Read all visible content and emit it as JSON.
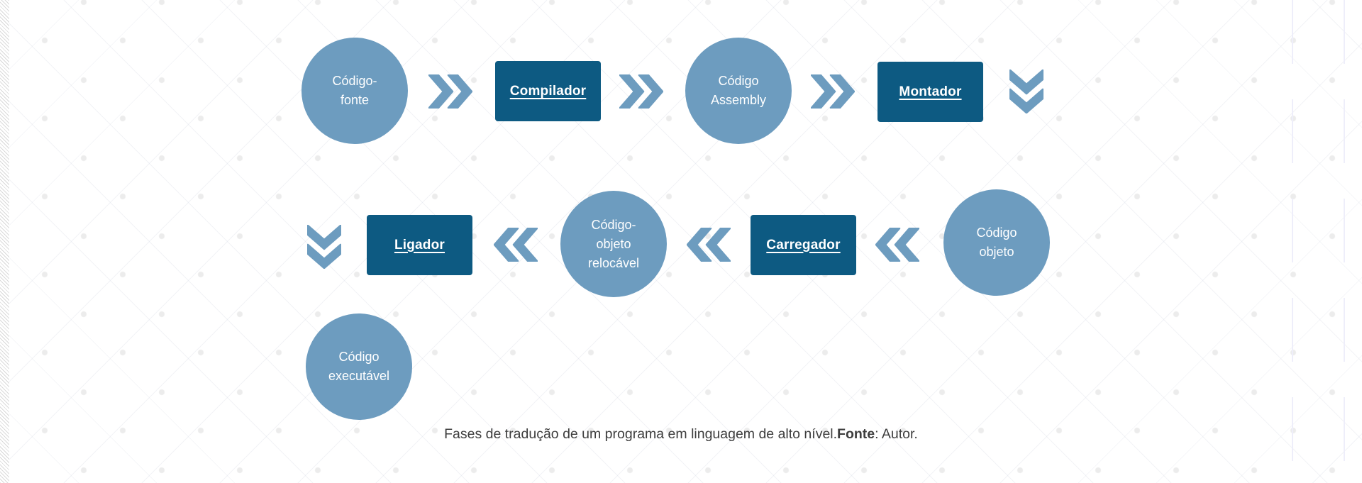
{
  "colors": {
    "circle_fill": "#6d9cbf",
    "box_fill": "#0d5a82",
    "chevron": "#6d9cbf",
    "node_text": "#ffffff",
    "caption_text": "#3d3d3d",
    "edge_stripe": "#d9d9d9",
    "background": "#ffffff"
  },
  "diagram": {
    "title_implicit": "Fases de tradução",
    "nodes": [
      {
        "id": "codigo-fonte",
        "shape": "circle",
        "lines": [
          "Código-",
          "fonte"
        ]
      },
      {
        "id": "compilador",
        "shape": "box",
        "label": "Compilador"
      },
      {
        "id": "codigo-assembly",
        "shape": "circle",
        "lines": [
          "Código",
          "Assembly"
        ]
      },
      {
        "id": "montador",
        "shape": "box",
        "label": "Montador"
      },
      {
        "id": "codigo-objeto",
        "shape": "circle",
        "lines": [
          "Código",
          "objeto"
        ]
      },
      {
        "id": "carregador",
        "shape": "box",
        "label": "Carregador"
      },
      {
        "id": "codigo-objeto-relocavel",
        "shape": "circle",
        "lines": [
          "Código-",
          "objeto",
          "relocável"
        ]
      },
      {
        "id": "ligador",
        "shape": "box",
        "label": "Ligador"
      },
      {
        "id": "codigo-executavel",
        "shape": "circle",
        "lines": [
          "Código",
          "executável"
        ]
      }
    ]
  },
  "caption": {
    "text": "Fases de tradução de um programa em linguagem de alto nível.",
    "source_label": "Fonte",
    "source_suffix": ": Autor."
  }
}
